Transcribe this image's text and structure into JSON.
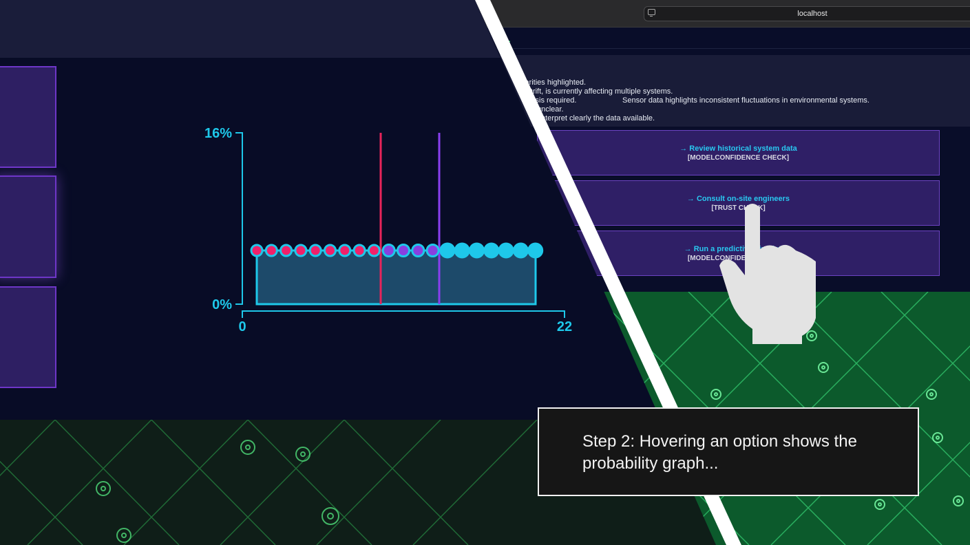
{
  "zoomed_view": {
    "graph": {
      "y_top_label": "16%",
      "y_bottom_label": "0%",
      "x_start_label": "0",
      "x_end_label": "22",
      "colors": {
        "axis": "#1ec8ea",
        "fill": "#1d4a6a",
        "marker_a": "#f0216a",
        "marker_b": "#8840e0",
        "line_a": "#e8245a",
        "line_b": "#8a3ff0"
      }
    }
  },
  "browser": {
    "url": "localhost"
  },
  "page": {
    "nav_title_fragment": "OL",
    "analysis_lines": [
      "larities highlighted.",
      "Drift, is currently affecting multiple systems.",
      "ysis required.",
      "unclear.",
      "nterpret clearly the data available."
    ],
    "sensor_note": "Sensor data highlights inconsistent fluctuations in environmental systems.",
    "options": [
      {
        "label": "→ Review historical system data",
        "tag": "[MODELCONFIDENCE CHECK]"
      },
      {
        "label": "→ Consult on-site engineers",
        "tag": "[TRUST CHECK]"
      },
      {
        "label": "→ Run a predictive simulation",
        "tag": "[MODELCONFIDENCE CHECK]"
      }
    ]
  },
  "caption": {
    "text": "Step 2: Hovering an option shows the probability graph..."
  },
  "colors": {
    "accent_green": "#27e36b",
    "option_bg": "#2f1f66",
    "option_border": "#6d43c4",
    "option_text": "#29c8f0"
  }
}
